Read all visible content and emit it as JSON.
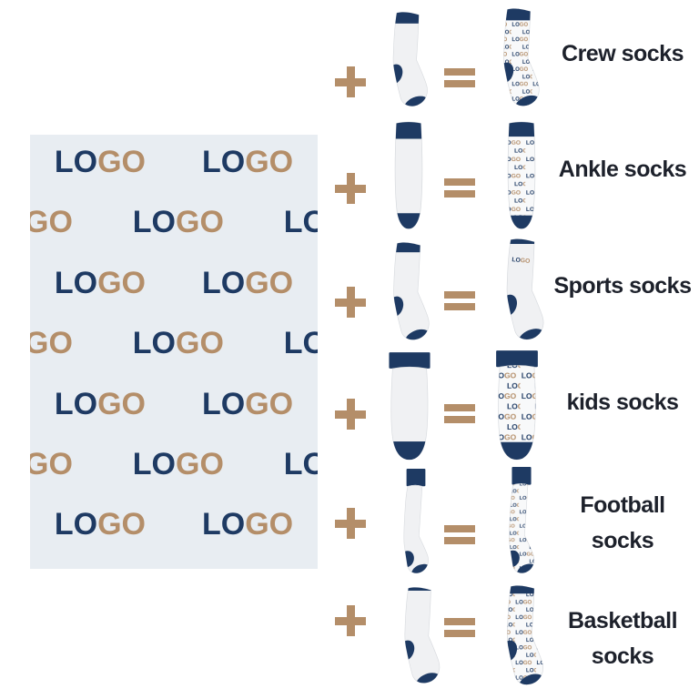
{
  "logo_text": {
    "lo": "LO",
    "go": "GO",
    "full": "LOGO"
  },
  "colors": {
    "navy": "#1e3a63",
    "tan": "#b48e69",
    "panel_bg": "#e8edf2",
    "label_text": "#1d212b",
    "sock_body": "#f0f1f3",
    "sock_edge": "#d8dbdf",
    "pattern_bg": "#f8f9fa",
    "page_bg": "#ffffff"
  },
  "icons": {
    "plus": "plus-icon",
    "equals": "equals-icon"
  },
  "logo_panel": {
    "rows": [
      {
        "type": "center",
        "items": [
          [
            [
              "LO",
              "navy"
            ],
            [
              "GO",
              "tan"
            ]
          ],
          [
            [
              "LO",
              "navy"
            ],
            [
              "GO",
              "tan"
            ]
          ]
        ]
      },
      {
        "type": "edge",
        "items": [
          [
            [
              "GO",
              "tan"
            ]
          ],
          [
            [
              "LO",
              "navy"
            ],
            [
              "GO",
              "tan"
            ]
          ],
          [
            [
              "LO",
              "navy"
            ]
          ]
        ]
      },
      {
        "type": "center",
        "items": [
          [
            [
              "LO",
              "navy"
            ],
            [
              "GO",
              "tan"
            ]
          ],
          [
            [
              "LO",
              "navy"
            ],
            [
              "GO",
              "tan"
            ]
          ]
        ]
      },
      {
        "type": "edge",
        "items": [
          [
            [
              "GO",
              "tan"
            ]
          ],
          [
            [
              "LO",
              "navy"
            ],
            [
              "GO",
              "tan"
            ]
          ],
          [
            [
              "LO",
              "navy"
            ]
          ]
        ]
      },
      {
        "type": "center",
        "items": [
          [
            [
              "LO",
              "navy"
            ],
            [
              "GO",
              "tan"
            ]
          ],
          [
            [
              "LO",
              "navy"
            ],
            [
              "GO",
              "tan"
            ]
          ]
        ]
      },
      {
        "type": "edge",
        "items": [
          [
            [
              "GO",
              "tan"
            ]
          ],
          [
            [
              "LO",
              "navy"
            ],
            [
              "GO",
              "tan"
            ]
          ],
          [
            [
              "LO",
              "navy"
            ]
          ]
        ]
      },
      {
        "type": "center",
        "items": [
          [
            [
              "LO",
              "navy"
            ],
            [
              "GO",
              "tan"
            ]
          ],
          [
            [
              "LO",
              "navy"
            ],
            [
              "GO",
              "tan"
            ]
          ]
        ]
      }
    ]
  },
  "sock_rows": [
    {
      "type": "crew",
      "line1": "Crew socks",
      "line2": ""
    },
    {
      "type": "ankle",
      "line1": "Ankle socks",
      "line2": ""
    },
    {
      "type": "sports",
      "line1": "Sports socks",
      "line2": ""
    },
    {
      "type": "kids",
      "line1": "kids socks",
      "line2": ""
    },
    {
      "type": "football",
      "line1": "Football",
      "line2": "socks"
    },
    {
      "type": "basketball",
      "line1": "Basketball",
      "line2": "socks"
    }
  ]
}
